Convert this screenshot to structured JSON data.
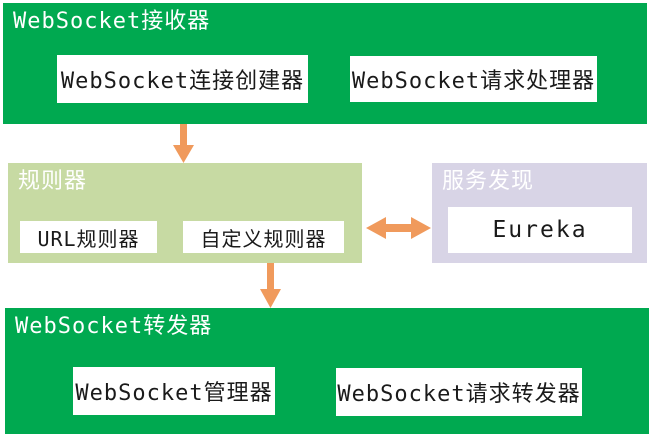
{
  "colors": {
    "green": "#00A950",
    "light-green": "#C7DAA3",
    "lavender": "#D8D4E6",
    "orange": "#F09A5C",
    "ink": "#1A1A1A"
  },
  "groups": {
    "receiver": {
      "title": "WebSocket接收器",
      "items": [
        "WebSocket连接创建器",
        "WebSocket请求处理器"
      ]
    },
    "rules": {
      "title": "规则器",
      "items": [
        "URL规则器",
        "自定义规则器"
      ]
    },
    "discovery": {
      "title": "服务发现",
      "items": [
        "Eureka"
      ]
    },
    "forwarder": {
      "title": "WebSocket转发器",
      "items": [
        "WebSocket管理器",
        "WebSocket请求转发器"
      ]
    }
  },
  "arrows": [
    {
      "name": "receiver-to-rules",
      "direction": "down"
    },
    {
      "name": "rules-discovery",
      "direction": "both"
    },
    {
      "name": "rules-to-forwarder",
      "direction": "down"
    }
  ]
}
